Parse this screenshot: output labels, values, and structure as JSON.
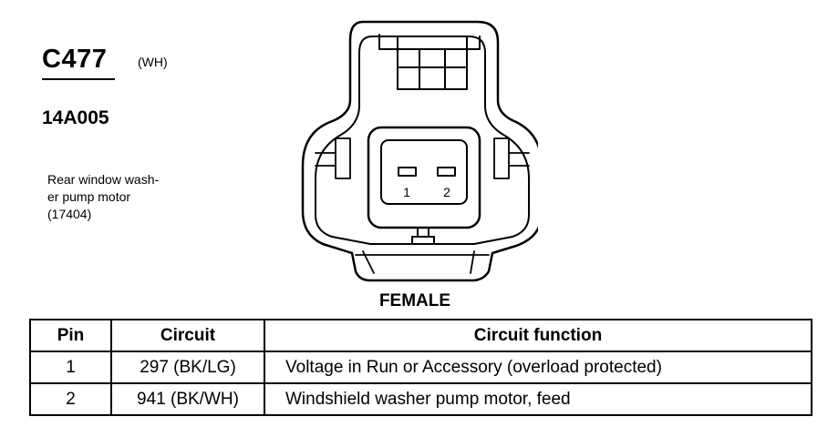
{
  "connector": {
    "id": "C477",
    "color": "(WH)",
    "part_number": "14A005",
    "description_lines": [
      "Rear window wash-",
      "er pump motor",
      "(17404)"
    ]
  },
  "diagram": {
    "pin_labels": [
      "1",
      "2"
    ],
    "gender": "FEMALE"
  },
  "table": {
    "headers": [
      "Pin",
      "Circuit",
      "Circuit function"
    ],
    "rows": [
      {
        "pin": "1",
        "circuit": "297 (BK/LG)",
        "function": "Voltage in Run or Accessory (overload protected)"
      },
      {
        "pin": "2",
        "circuit": "941 (BK/WH)",
        "function": "Windshield washer pump motor, feed"
      }
    ]
  }
}
